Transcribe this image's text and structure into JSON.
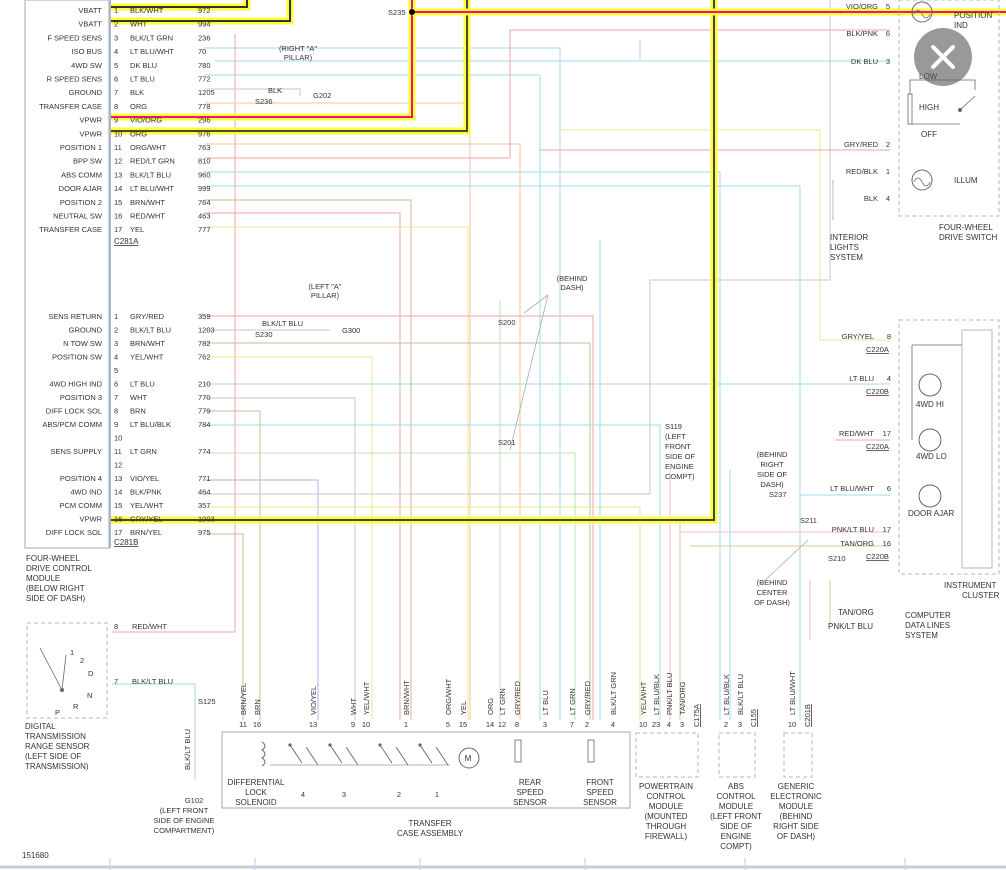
{
  "close_label": "",
  "figure_number": "151680",
  "c281a": {
    "connector": "C281A",
    "pins": [
      {
        "pin": "1",
        "label": "VBATT",
        "wire": "BLK/WHT",
        "circuit": "972"
      },
      {
        "pin": "2",
        "label": "VBATT",
        "wire": "WHT",
        "circuit": "994"
      },
      {
        "pin": "3",
        "label": "F SPEED SENS",
        "wire": "BLK/LT GRN",
        "circuit": "236"
      },
      {
        "pin": "4",
        "label": "ISO BUS",
        "wire": "LT BLU/WHT",
        "circuit": "70"
      },
      {
        "pin": "5",
        "label": "4WD SW",
        "wire": "DK BLU",
        "circuit": "780"
      },
      {
        "pin": "6",
        "label": "R SPEED SENS",
        "wire": "LT BLU",
        "circuit": "772"
      },
      {
        "pin": "7",
        "label": "GROUND",
        "wire": "BLK",
        "circuit": "1205"
      },
      {
        "pin": "8",
        "label": "TRANSFER CASE",
        "wire": "ORG",
        "circuit": "778"
      },
      {
        "pin": "9",
        "label": "VPWR",
        "wire": "VIO/ORG",
        "circuit": "296"
      },
      {
        "pin": "10",
        "label": "VPWR",
        "wire": "ORG",
        "circuit": "976"
      },
      {
        "pin": "11",
        "label": "POSITION 1",
        "wire": "ORG/WHT",
        "circuit": "763"
      },
      {
        "pin": "12",
        "label": "BPP SW",
        "wire": "RED/LT GRN",
        "circuit": "810"
      },
      {
        "pin": "13",
        "label": "ABS COMM",
        "wire": "BLK/LT BLU",
        "circuit": "960"
      },
      {
        "pin": "14",
        "label": "DOOR AJAR",
        "wire": "LT BLU/WHT",
        "circuit": "999"
      },
      {
        "pin": "15",
        "label": "POSITION 2",
        "wire": "BRN/WHT",
        "circuit": "764"
      },
      {
        "pin": "16",
        "label": "NEUTRAL SW",
        "wire": "RED/WHT",
        "circuit": "463"
      },
      {
        "pin": "17",
        "label": "TRANSFER CASE",
        "wire": "YEL",
        "circuit": "777"
      }
    ]
  },
  "c281b": {
    "connector": "C281B",
    "pins": [
      {
        "pin": "1",
        "label": "SENS RETURN",
        "wire": "GRY/RED",
        "circuit": "359"
      },
      {
        "pin": "2",
        "label": "GROUND",
        "wire": "BLK/LT BLU",
        "circuit": "1203"
      },
      {
        "pin": "3",
        "label": "N TOW SW",
        "wire": "BRN/WHT",
        "circuit": "782"
      },
      {
        "pin": "4",
        "label": "POSITION SW",
        "wire": "YEL/WHT",
        "circuit": "762"
      },
      {
        "pin": "5",
        "label": "",
        "wire": "",
        "circuit": ""
      },
      {
        "pin": "6",
        "label": "4WD HIGH IND",
        "wire": "LT BLU",
        "circuit": "210"
      },
      {
        "pin": "7",
        "label": "POSITION 3",
        "wire": "WHT",
        "circuit": "770"
      },
      {
        "pin": "8",
        "label": "DIFF LOCK SOL",
        "wire": "BRN",
        "circuit": "779"
      },
      {
        "pin": "9",
        "label": "ABS/PCM COMM",
        "wire": "LT BLU/BLK",
        "circuit": "784"
      },
      {
        "pin": "10",
        "label": "",
        "wire": "",
        "circuit": ""
      },
      {
        "pin": "11",
        "label": "SENS SUPPLY",
        "wire": "LT GRN",
        "circuit": "774"
      },
      {
        "pin": "12",
        "label": "",
        "wire": "",
        "circuit": ""
      },
      {
        "pin": "13",
        "label": "POSITION 4",
        "wire": "VIO/YEL",
        "circuit": "771"
      },
      {
        "pin": "14",
        "label": "4WD IND",
        "wire": "BLK/PNK",
        "circuit": "464"
      },
      {
        "pin": "15",
        "label": "PCM COMM",
        "wire": "YEL/WHT",
        "circuit": "357"
      },
      {
        "pin": "16",
        "label": "VPWR",
        "wire": "GRY/YEL",
        "circuit": "1003"
      },
      {
        "pin": "17",
        "label": "DIFF LOCK SOL",
        "wire": "BRN/YEL",
        "circuit": "975"
      }
    ]
  },
  "module_label": [
    "FOUR-WHEEL",
    "DRIVE CONTROL",
    "MODULE",
    "(BELOW RIGHT",
    "SIDE OF DASH)"
  ],
  "splices": {
    "s235": "S235",
    "s236": "S236",
    "s230": "S230",
    "s200": "S200",
    "s201": "S201",
    "s119": "S119",
    "s237": "S237",
    "s211": "S211",
    "s210": "S210",
    "s125": "S125"
  },
  "grounds": {
    "g202": "G202",
    "g300": "G300",
    "g102": "G102"
  },
  "right_a_pillar": [
    "(RIGHT \"A\"",
    "PILLAR)"
  ],
  "left_a_pillar": [
    "(LEFT \"A\"",
    "PILLAR)"
  ],
  "behind_dash": [
    "(BEHIND",
    "DASH)"
  ],
  "s119_note": [
    "(LEFT",
    "FRONT",
    "SIDE OF",
    "ENGINE",
    "COMPT)"
  ],
  "behind_right_dash": [
    "(BEHIND",
    "RIGHT",
    "SIDE OF",
    "DASH)"
  ],
  "behind_center_dash": [
    "(BEHIND",
    "CENTER",
    "OF DASH)"
  ],
  "g102_note": [
    "(LEFT FRONT",
    "SIDE OF ENGINE",
    "COMPARTMENT)"
  ],
  "wire_blk": "BLK",
  "wire_blk_lt_blu": "BLK/LT BLU",
  "dtrs": {
    "wire": "BLK/LT BLU",
    "wire_red_wht": "RED/WHT",
    "pin8": "8",
    "pin7": "7",
    "positions": [
      "1",
      "2",
      "D",
      "N",
      "R",
      "P"
    ],
    "label": [
      "DIGITAL",
      "TRANSMISSION",
      "RANGE SENSOR",
      "(LEFT SIDE OF",
      "TRANSMISSION)"
    ]
  },
  "switch": {
    "position_ind": [
      "POSITION",
      "IND"
    ],
    "low": "LOW",
    "high": "HIGH",
    "off": "OFF",
    "illum": "ILLUM",
    "pins": [
      {
        "wire": "VIO/ORG",
        "pin": "5"
      },
      {
        "wire": "BLK/PNK",
        "pin": "6"
      },
      {
        "wire": "DK BLU",
        "pin": "3"
      },
      {
        "wire": "GRY/RED",
        "pin": "2"
      },
      {
        "wire": "RED/BLK",
        "pin": "1"
      },
      {
        "wire": "BLK",
        "pin": "4"
      }
    ],
    "label": [
      "FOUR-WHEEL",
      "DRIVE SWITCH"
    ],
    "interior_lights": [
      "INTERIOR",
      "LIGHTS",
      "SYSTEM"
    ]
  },
  "cluster": {
    "pins": [
      {
        "wire": "GRY/YEL",
        "pin": "8",
        "conn": "C220A"
      },
      {
        "wire": "LT BLU",
        "pin": "4",
        "conn": "C220B"
      },
      {
        "wire": "RED/WHT",
        "pin": "17",
        "conn": "C220A"
      },
      {
        "wire": "LT BLU/WHT",
        "pin": "6",
        "conn": ""
      },
      {
        "wire": "PNK/LT BLU",
        "pin": "17",
        "conn": ""
      },
      {
        "wire": "TAN/ORG",
        "pin": "16",
        "conn": "C220B"
      }
    ],
    "lamps": [
      "4WD HI",
      "4WD LO",
      "DOOR AJAR"
    ],
    "label": [
      "INSTRUMENT",
      "CLUSTER"
    ]
  },
  "data_lines": {
    "wires": [
      "TAN/ORG",
      "PNK/LT BLU"
    ],
    "label": [
      "COMPUTER",
      "DATA LINES",
      "SYSTEM"
    ]
  },
  "transfer_case": {
    "pins": [
      {
        "pin": "11",
        "wire": "BRN/YEL"
      },
      {
        "pin": "16",
        "wire": "BRN"
      },
      {
        "pin": "13",
        "wire": "VIO/YEL"
      },
      {
        "pin": "9",
        "wire": "WHT"
      },
      {
        "pin": "10",
        "wire": "YEL/WHT"
      },
      {
        "pin": "1",
        "wire": "BRN/WHT"
      },
      {
        "pin": "5",
        "wire": "ORG/WHT"
      },
      {
        "pin": "15",
        "wire": "YEL"
      },
      {
        "pin": "14",
        "wire": "ORG"
      },
      {
        "pin": "12",
        "wire": "LT GRN"
      },
      {
        "pin": "8",
        "wire": "GRY/RED"
      },
      {
        "pin": "3",
        "wire": "LT BLU"
      },
      {
        "pin": "7",
        "wire": "LT GRN"
      },
      {
        "pin": "2",
        "wire": "GRY/RED"
      },
      {
        "pin": "4",
        "wire": "BLK/LT GRN"
      }
    ],
    "switch_numbers": [
      "4",
      "3",
      "2",
      "1"
    ],
    "motor": "M",
    "diff_lock": [
      "DIFFERENTIAL",
      "LOCK",
      "SOLENOID"
    ],
    "rear_speed": [
      "REAR",
      "SPEED",
      "SENSOR"
    ],
    "front_speed": [
      "FRONT",
      "SPEED",
      "SENSOR"
    ],
    "label": [
      "TRANSFER",
      "CASE ASSEMBLY"
    ]
  },
  "pcm": {
    "pins": [
      {
        "pin": "10",
        "wire": "YEL/WHT"
      },
      {
        "pin": "23",
        "wire": "LT BLU/BLK"
      },
      {
        "pin": "4",
        "wire": "PNK/LT BLU"
      },
      {
        "pin": "3",
        "wire": "TAN/ORG"
      }
    ],
    "connector": "C175A",
    "label": [
      "POWERTRAIN",
      "CONTROL",
      "MODULE",
      "(MOUNTED",
      "THROUGH",
      "FIREWALL)"
    ]
  },
  "abs": {
    "pins": [
      {
        "pin": "2",
        "wire": "LT BLU/BLK"
      },
      {
        "pin": "3",
        "wire": "BLK/LT BLU"
      }
    ],
    "connector": "C155",
    "label": [
      "ABS",
      "CONTROL",
      "MODULE",
      "(LEFT FRONT",
      "SIDE OF",
      "ENGINE",
      "COMPT)"
    ]
  },
  "gem": {
    "pins": [
      {
        "pin": "10",
        "wire": "LT BLU/WHT"
      }
    ],
    "connector": "C201B",
    "label": [
      "GENERIC",
      "ELECTRONIC",
      "MODULE",
      "(BEHIND",
      "RIGHT SIDE",
      "OF DASH)"
    ]
  },
  "colors": {
    "highlight_yellow": "#ffff33",
    "highlight_magenta": "#e8138a",
    "frame": "#aab8c8"
  }
}
